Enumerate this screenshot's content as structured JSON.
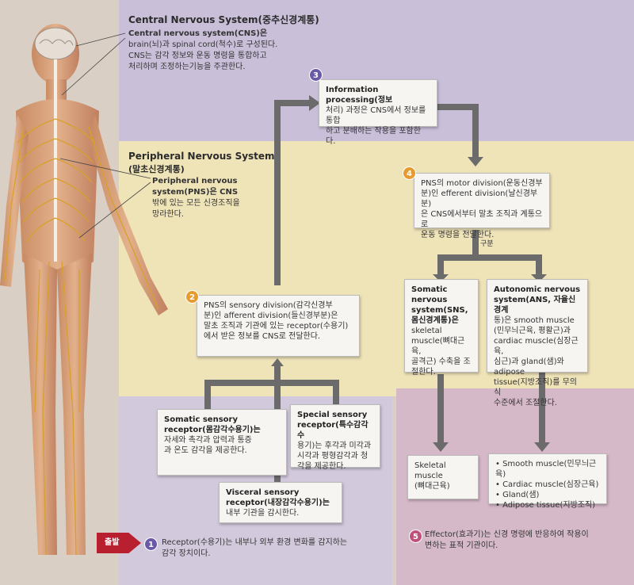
{
  "cns": {
    "title": "Central Nervous System(중추신경계통)",
    "line1": "Central nervous system(CNS)은",
    "line2": "brain(뇌)과 spinal cord(척수)로 구성된다.",
    "line3": "CNS는 감각 정보와 운동 명령을 통합하고",
    "line4": "처리하며 조정하는기능을 주관한다."
  },
  "pns": {
    "title1": "Peripheral Nervous System",
    "title2": "(말초신경계통)",
    "line1": "Peripheral nervous",
    "line2": "system(PNS)은 CNS",
    "line3": "밖에 있는 모든 신경조직을",
    "line4": "망라한다."
  },
  "steps": {
    "s1": "1",
    "s2": "2",
    "s3": "3",
    "s4": "4",
    "s5": "5"
  },
  "info_processing": {
    "line1": "Information processing(정보",
    "line2": "처리) 과정은 CNS에서 정보를 통합",
    "line3": "하고 분배하는 작용을 포함한다."
  },
  "motor_division": {
    "line1": "PNS의 motor division(운동신경부",
    "line2": "분)인 efferent division(날신경부분)",
    "line3": "은 CNS에서부터 말초 조직과 계통으로",
    "line4": "운동 명령을 전달한다."
  },
  "divider_label": "구분",
  "somatic_ns": {
    "line1": "Somatic",
    "line2": "nervous",
    "line3": "system(SNS,",
    "line4": "몸신경계통)은",
    "line5": "skeletal",
    "line6": "muscle(뼈대근육,",
    "line7": "골격근) 수축을 조",
    "line8": "절한다."
  },
  "autonomic_ns": {
    "line1": "Autonomic nervous",
    "line2": "system(ANS, 자율신경계",
    "line3": "통)은 smooth muscle",
    "line4": "(민무늬근육, 평활근)과",
    "line5": "cardiac muscle(심장근육,",
    "line6": "심근)과 gland(샘)와 adipose",
    "line7": "tissue(지방조직)를 무의식",
    "line8": "수준에서 조절한다."
  },
  "sensory_division": {
    "line1": "PNS의 sensory division(감각신경부",
    "line2": "분)인 afferent division(들신경부분)은",
    "line3": "말초 조직과 기관에 있는 receptor(수용기)",
    "line4": "에서 받은 정보를 CNS로 전달한다."
  },
  "somatic_receptor": {
    "line1": "Somatic sensory",
    "line2": "receptor(몸감각수용기)는",
    "line3": "자세와 촉각과 압력과 통증",
    "line4": "과 온도 감각을 제공한다."
  },
  "special_receptor": {
    "line1": "Special sensory",
    "line2": "receptor(특수감각수",
    "line3": "용기)는 후각과 미각과",
    "line4": "시각과 평형감각과 청",
    "line5": "각을 제공한다."
  },
  "visceral_receptor": {
    "line1": "Visceral sensory",
    "line2": "receptor(내장감각수용기)는",
    "line3": "내부 기관을 감시한다."
  },
  "skeletal_muscle": {
    "line1": "Skeletal",
    "line2": "muscle",
    "line3": "(뼈대근육)"
  },
  "effector_list": {
    "items": [
      "• Smooth muscle(민무늬근육)",
      "• Cardiac muscle(심장근육)",
      "• Gland(샘)",
      "• Adipose tissue(지방조직)"
    ]
  },
  "receptor_footer": {
    "start": "출발",
    "line1": "Receptor(수용기)는 내부나 외부 환경 변화를 감지하는",
    "line2": "감각 장치이다."
  },
  "effector_footer": {
    "line1": "Effector(효과기)는 신경 명령에 반응하여 작용이",
    "line2": "변하는 표적 기관이다."
  },
  "colors": {
    "cns_band": "#c9bfd9",
    "pns_band": "#efe3b8",
    "receptor_band": "#d3c9dc",
    "effector_band": "#d6b9c9",
    "arrow": "#6b6b6b",
    "start_tag": "#b8202f"
  }
}
